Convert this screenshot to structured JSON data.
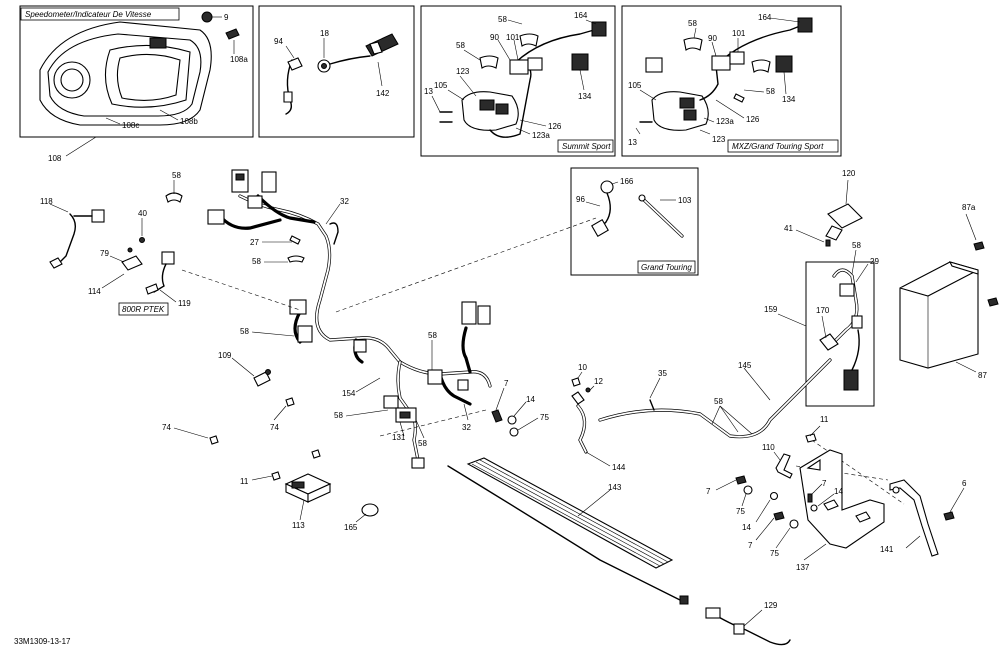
{
  "diagram": {
    "code": "33M1309-13-17",
    "captions": {
      "speedometer": "Speedometer/Indicateur De Vitesse",
      "ptek": "800R PTEK",
      "summit": "Summit Sport",
      "mxz": "MXZ/Grand Touring Sport",
      "grand_touring": "Grand Touring"
    },
    "labels": {
      "p9": "9",
      "p108a": "108a",
      "p108b": "108b",
      "p108c": "108c",
      "p108": "108",
      "p94": "94",
      "p18": "18",
      "p142": "142",
      "s58a": "58",
      "s164": "164",
      "s90": "90",
      "s101": "101",
      "s58b": "58",
      "s105": "105",
      "s123": "123",
      "s13": "13",
      "s134": "134",
      "s126": "126",
      "s123a": "123a",
      "m58a": "58",
      "m164": "164",
      "m90": "90",
      "m101": "101",
      "m105": "105",
      "m58b": "58",
      "m134": "134",
      "m126": "126",
      "m123a": "123a",
      "m13": "13",
      "m123": "123",
      "g166": "166",
      "g96": "96",
      "g103": "103",
      "p120": "120",
      "p87a": "87a",
      "p41": "41",
      "p58r": "58",
      "p29": "29",
      "p159": "159",
      "p170": "170",
      "p87": "87",
      "p58t": "58",
      "p32a": "32",
      "p27": "27",
      "p58m": "58",
      "p58l": "58",
      "p118": "118",
      "p40": "40",
      "p79": "79",
      "p114": "114",
      "p119": "119",
      "p109": "109",
      "p74a": "74",
      "p74b": "74",
      "p154": "154",
      "p58c": "58",
      "p58d": "58",
      "p131": "131",
      "p58e": "58",
      "p32b": "32",
      "p7a": "7",
      "p14a": "14",
      "p75a": "75",
      "p10": "10",
      "p12": "12",
      "p35": "35",
      "p145": "145",
      "p58f": "58",
      "p144": "144",
      "p143": "143",
      "p11a": "11",
      "p113": "113",
      "p165": "165",
      "p11b": "11",
      "p110": "110",
      "p7b": "7",
      "p75b": "75",
      "p14b": "14",
      "p7c": "7",
      "p14c": "14",
      "p7d": "7",
      "p75c": "75",
      "p137": "137",
      "p6": "6",
      "p141": "141",
      "p129": "129"
    }
  }
}
